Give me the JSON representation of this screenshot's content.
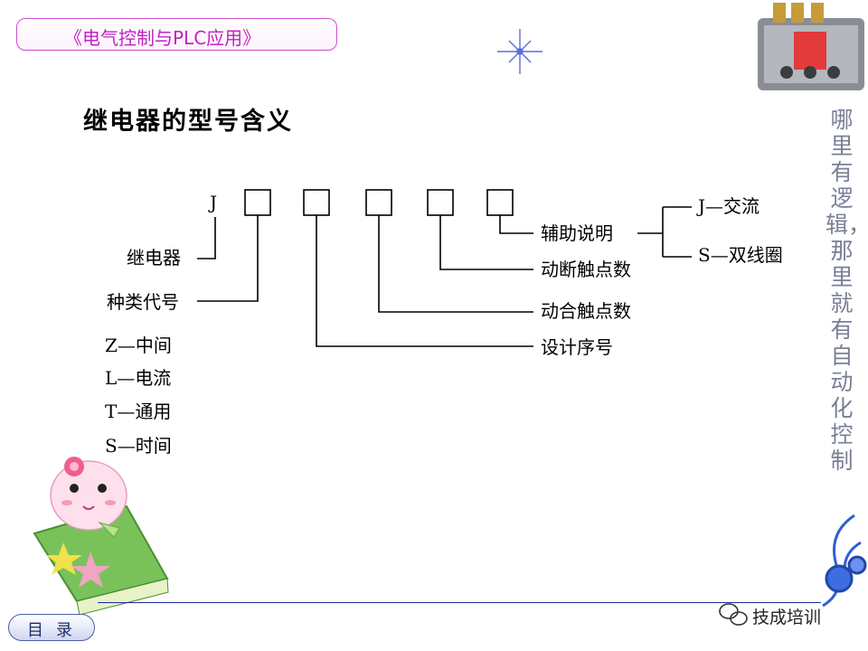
{
  "header": {
    "course_title": "《电气控制与PLC应用》"
  },
  "slide": {
    "title": "继电器的型号含义"
  },
  "diagram": {
    "prefix": "J",
    "relay_label": "继电器",
    "type_code_label": "种类代号",
    "type_codes": [
      "Z—中间",
      "L—电流",
      "T—通用",
      "S—时间"
    ],
    "auxiliary_label": "辅助说明",
    "nc_contacts_label": "动断触点数",
    "no_contacts_label": "动合触点数",
    "design_serial_label": "设计序号",
    "auxiliary_options": [
      "J—交流",
      "S—双线圈"
    ]
  },
  "sidebar": {
    "slogan": "哪里有逻辑，那里就有自动化控制"
  },
  "footer": {
    "menu_label": "目录",
    "watermark": "技成培训",
    "wechat_icon": "wechat-icon"
  },
  "colors": {
    "header_border": "#d24bd2",
    "header_text": "#c023c0",
    "sidebar_text": "#7a7f96",
    "footer_line": "#1f2a99"
  }
}
